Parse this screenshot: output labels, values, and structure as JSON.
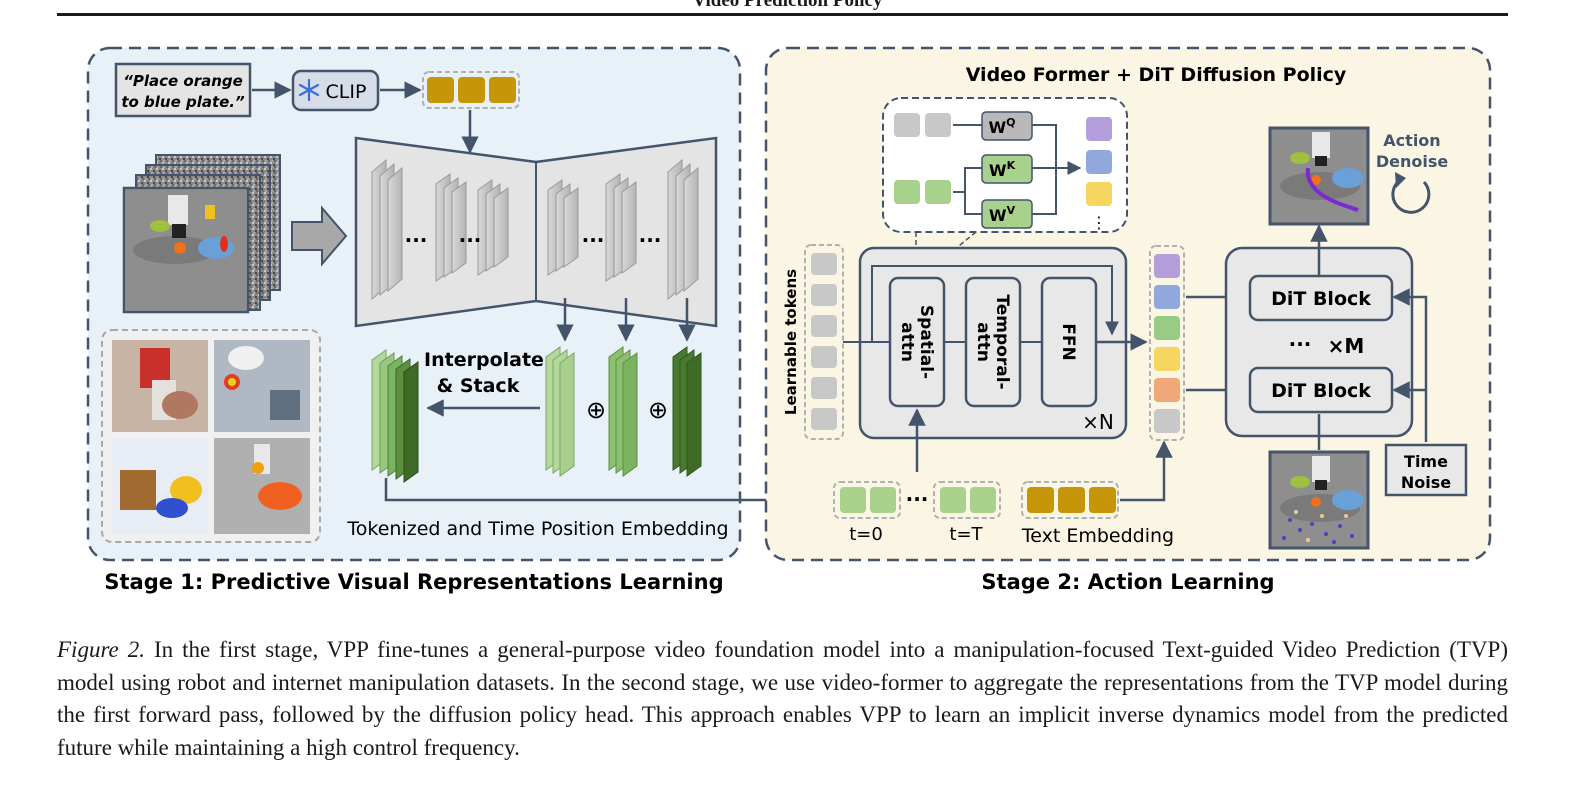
{
  "page": {
    "header_title": "Video Prediction Policy"
  },
  "stage1": {
    "prompt_line1": "“Place orange",
    "prompt_line2": "to blue plate.”",
    "clip_label": "CLIP",
    "interp_line1": "Interpolate",
    "interp_line2": "& Stack",
    "dots": "...",
    "oplus": "⊕",
    "token_caption": "Tokenized and Time Position Embedding",
    "stage_label": "Stage 1: Predictive Visual Representations Learning"
  },
  "stage2": {
    "title": "Video Former + DiT Diffusion Policy",
    "wq": "W",
    "wq_sup": "Q",
    "wk": "W",
    "wk_sup": "K",
    "wv": "W",
    "wv_sup": "V",
    "vdots": "⋮",
    "learnable_tokens": "Learnable tokens",
    "spatial_line1": "Spatial-",
    "spatial_line2": "attn",
    "temporal_line1": "Temporal-",
    "temporal_line2": "attn",
    "ffn": "FFN",
    "times_n": "×N",
    "t0": "t=0",
    "tT": "t=T",
    "ellipsis": "···",
    "text_embedding": "Text Embedding",
    "dit_block": "DiT Block",
    "times_m": "×M",
    "action_line1": "Action",
    "action_line2": "Denoise",
    "time_line1": "Time",
    "time_line2": "Noise",
    "stage_label": "Stage 2: Action Learning"
  },
  "caption": {
    "label": "Figure 2.",
    "text": " In the first stage, VPP fine-tunes a general-purpose video foundation model into a manipulation-focused Text-guided Video Prediction (TVP) model using robot and internet manipulation datasets.  In the second stage, we use video-former to aggregate the representations from the TVP model during the first forward pass, followed by the diffusion policy head. This approach enables VPP to learn an implicit inverse dynamics model from the predicted future while maintaining a high control frequency."
  },
  "colors": {
    "stage1_bg": "#e8f0f8",
    "stage2_bg": "#fbf6e4",
    "token_gold": "#c69608",
    "token_green": "#a8d28c",
    "feature_dark_green": "#4a7a30",
    "arrow": "#44546a",
    "query_purple": "#b39ddb",
    "query_blue": "#90a8dc",
    "query_green": "#98cc84",
    "query_yellow": "#f4d660",
    "query_orange": "#f0a878"
  }
}
